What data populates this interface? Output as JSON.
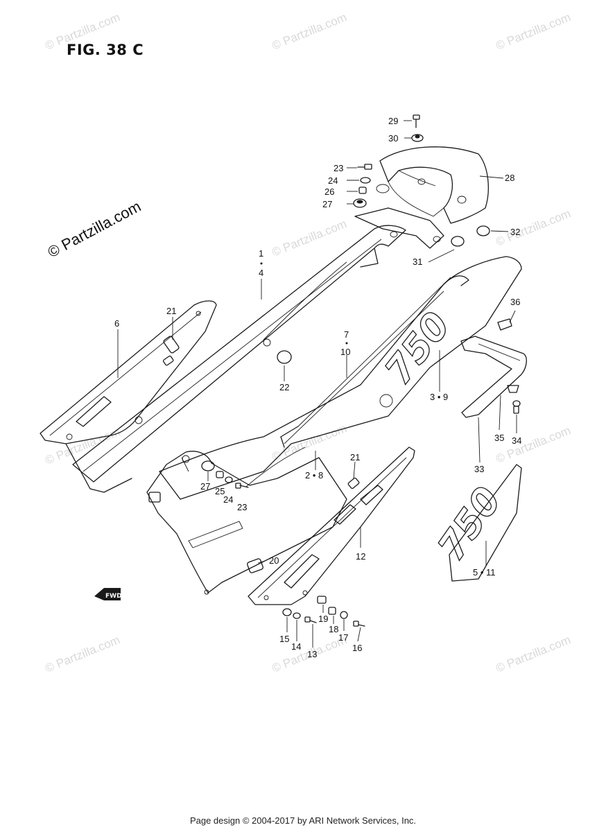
{
  "figure": {
    "title": "FIG. 38 C"
  },
  "footer": {
    "text": "Page design © 2004-2017 by ARI Network Services, Inc."
  },
  "watermark": {
    "text": "© Partzilla.com"
  },
  "fwd_badge": {
    "text": "FWD"
  },
  "decal_text": "750",
  "callouts": {
    "c1": "1",
    "c4": "4",
    "c6": "6",
    "c21a": "21",
    "c22": "22",
    "c7": "7",
    "c10": "10",
    "c3_9": "3 • 9",
    "c2_8": "2 • 8",
    "c27a": "27",
    "c25": "25",
    "c24a": "24",
    "c23a": "23",
    "c21b": "21",
    "c12": "12",
    "c20": "20",
    "c15": "15",
    "c14": "14",
    "c13": "13",
    "c19": "19",
    "c18": "18",
    "c17": "17",
    "c16": "16",
    "c29": "29",
    "c30": "30",
    "c23b": "23",
    "c24b": "24",
    "c26": "26",
    "c27b": "27",
    "c28": "28",
    "c32": "32",
    "c31": "31",
    "c36": "36",
    "c35": "35",
    "c34": "34",
    "c33": "33",
    "c5_11": "5 • 11"
  }
}
